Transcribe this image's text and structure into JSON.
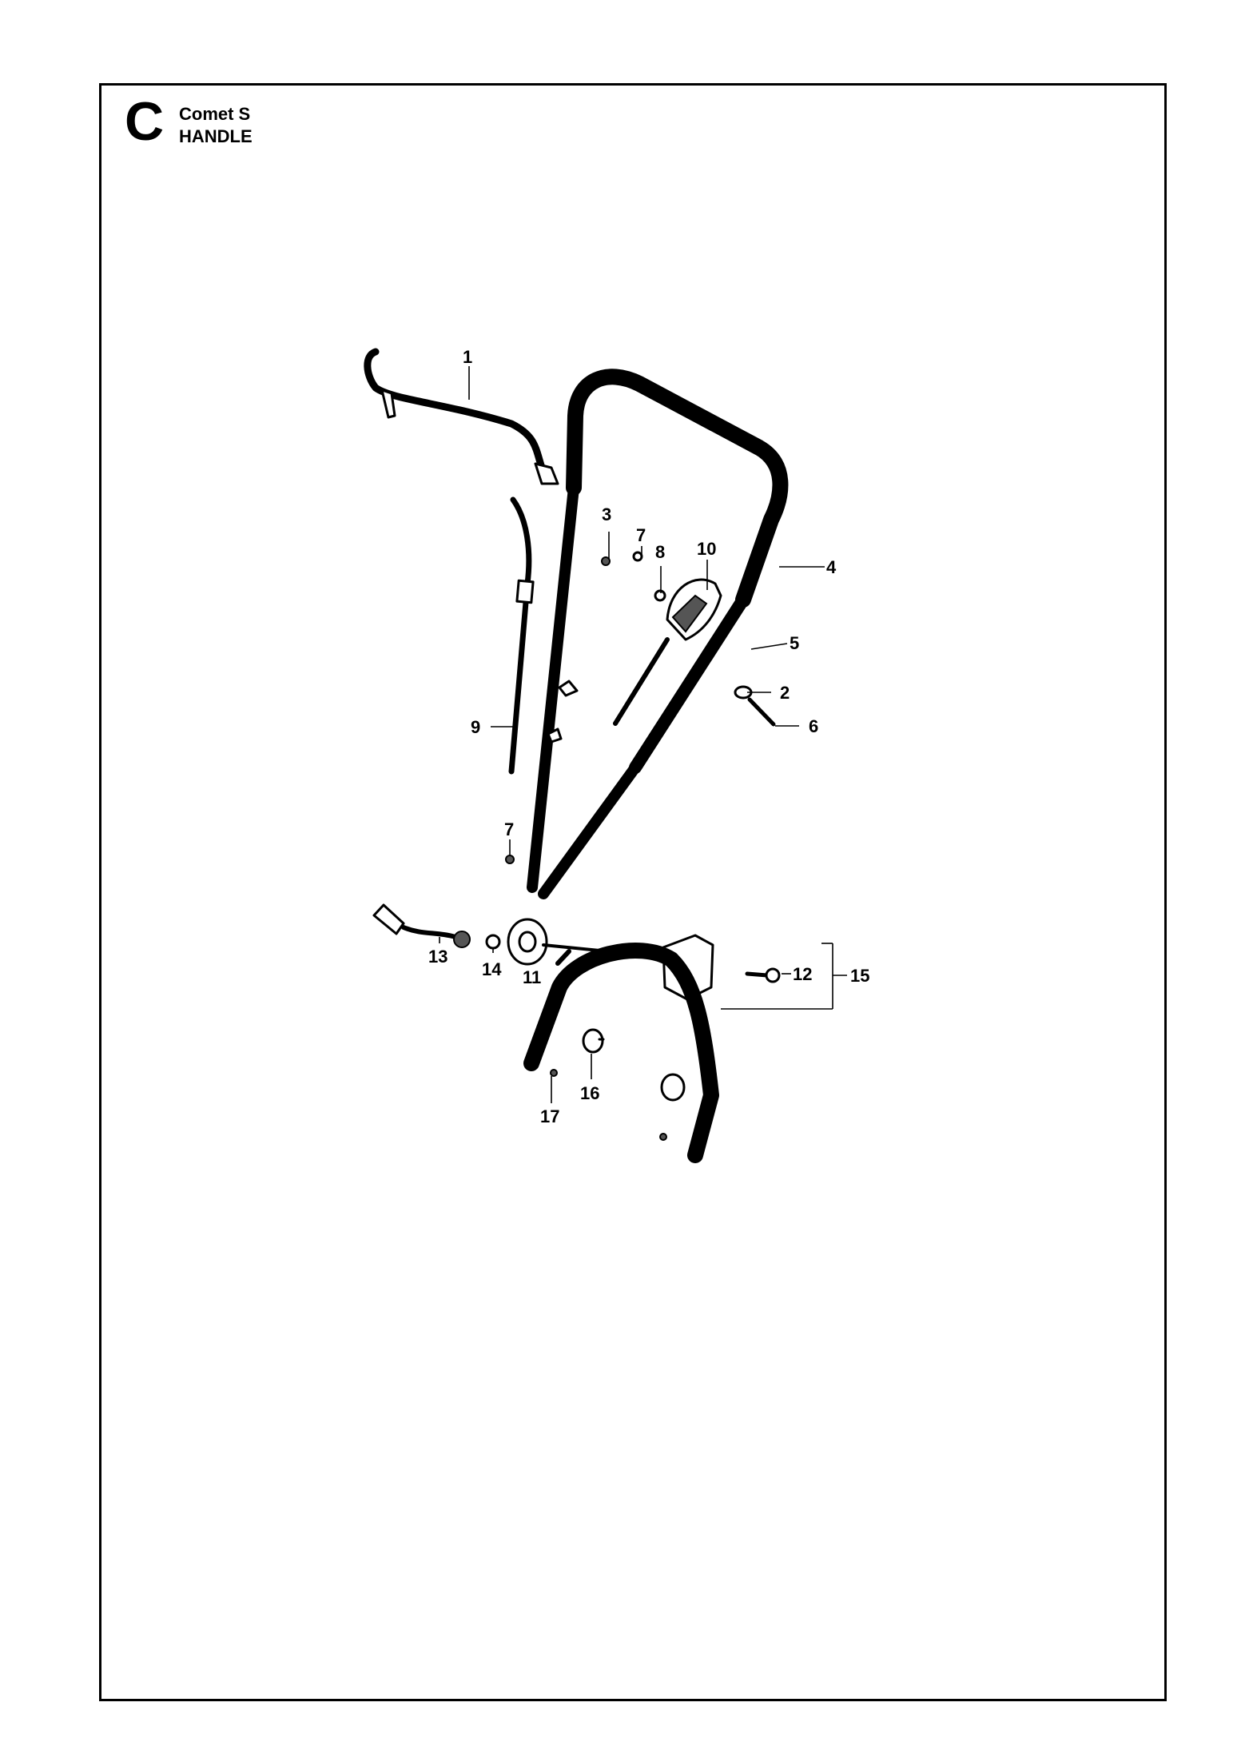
{
  "header": {
    "section_letter": "C",
    "model": "Comet S",
    "assembly": "HANDLE"
  },
  "callouts": [
    {
      "id": "1",
      "label": "1"
    },
    {
      "id": "2",
      "label": "2"
    },
    {
      "id": "3",
      "label": "3"
    },
    {
      "id": "4",
      "label": "4"
    },
    {
      "id": "5",
      "label": "5"
    },
    {
      "id": "6",
      "label": "6"
    },
    {
      "id": "7a",
      "label": "7"
    },
    {
      "id": "7b",
      "label": "7"
    },
    {
      "id": "8",
      "label": "8"
    },
    {
      "id": "9",
      "label": "9"
    },
    {
      "id": "10",
      "label": "10"
    },
    {
      "id": "11",
      "label": "11"
    },
    {
      "id": "12",
      "label": "12"
    },
    {
      "id": "13",
      "label": "13"
    },
    {
      "id": "14",
      "label": "14"
    },
    {
      "id": "15",
      "label": "15"
    },
    {
      "id": "16",
      "label": "16"
    },
    {
      "id": "17",
      "label": "17"
    }
  ]
}
